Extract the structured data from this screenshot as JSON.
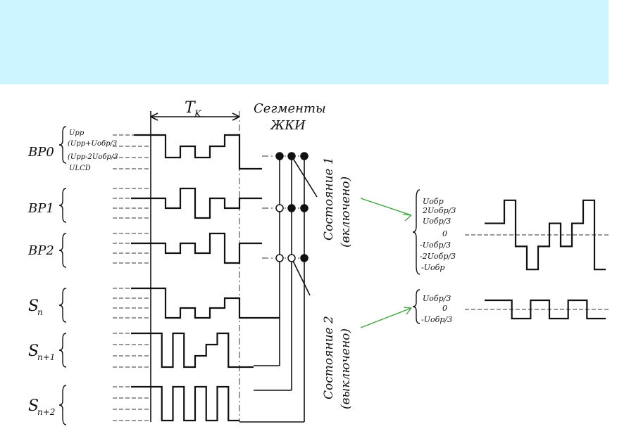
{
  "colors": {
    "banner": "#ccf5ff",
    "ink": "#111111",
    "arrow": "#3aa23a"
  },
  "header": {
    "period_label": "T",
    "period_sub": "K"
  },
  "segments_title": [
    "Сегменты",
    "ЖКИ"
  ],
  "signals": [
    {
      "id": "bp0",
      "label": "BP0",
      "sub": ""
    },
    {
      "id": "bp1",
      "label": "BP1",
      "sub": ""
    },
    {
      "id": "bp2",
      "label": "BP2",
      "sub": ""
    },
    {
      "id": "sn",
      "label": "S",
      "sub": "n"
    },
    {
      "id": "sn1",
      "label": "S",
      "sub": "n+1"
    },
    {
      "id": "sn2",
      "label": "S",
      "sub": "n+2"
    }
  ],
  "bp0_levels": [
    "Uрр",
    "(Uрр+Uобр/3",
    "(Uрр-2Uобр/3",
    "ULCD"
  ],
  "states": [
    {
      "title": "Состояние 1",
      "note": "(включено)"
    },
    {
      "title": "Состояние 2",
      "note": "(выключено)"
    }
  ],
  "result_on_levels": [
    "Uобр",
    "2Uобр/3",
    "Uобр/3",
    "0",
    "-Uобр/3",
    "-2Uобр/3",
    "-Uобр"
  ],
  "result_off_levels": [
    "Uобр/3",
    "0",
    "-Uобр/3"
  ],
  "waveforms": {
    "bp0": [
      0,
      2,
      1,
      2,
      1,
      0,
      3
    ],
    "bp1": [
      1,
      2,
      0,
      3,
      1,
      2,
      1
    ],
    "bp2": [
      1,
      2,
      1,
      2,
      0,
      3,
      1
    ],
    "sn": [
      0,
      3,
      2,
      3,
      2,
      1,
      3
    ],
    "sn1": [
      0,
      3,
      0,
      3,
      2,
      1,
      0,
      3
    ],
    "sn2": [
      0,
      3,
      0,
      3,
      0,
      3,
      0,
      3
    ]
  },
  "result_on_wave": [
    2,
    6,
    -2,
    -6,
    -2,
    2,
    -2,
    2,
    6,
    -6
  ],
  "result_off_wave": [
    2,
    -2,
    2,
    -2,
    2,
    -2
  ],
  "dot_states": {
    "bp0": [
      true,
      true,
      true
    ],
    "bp1": [
      false,
      true,
      true
    ],
    "bp2": [
      false,
      false,
      true
    ]
  }
}
